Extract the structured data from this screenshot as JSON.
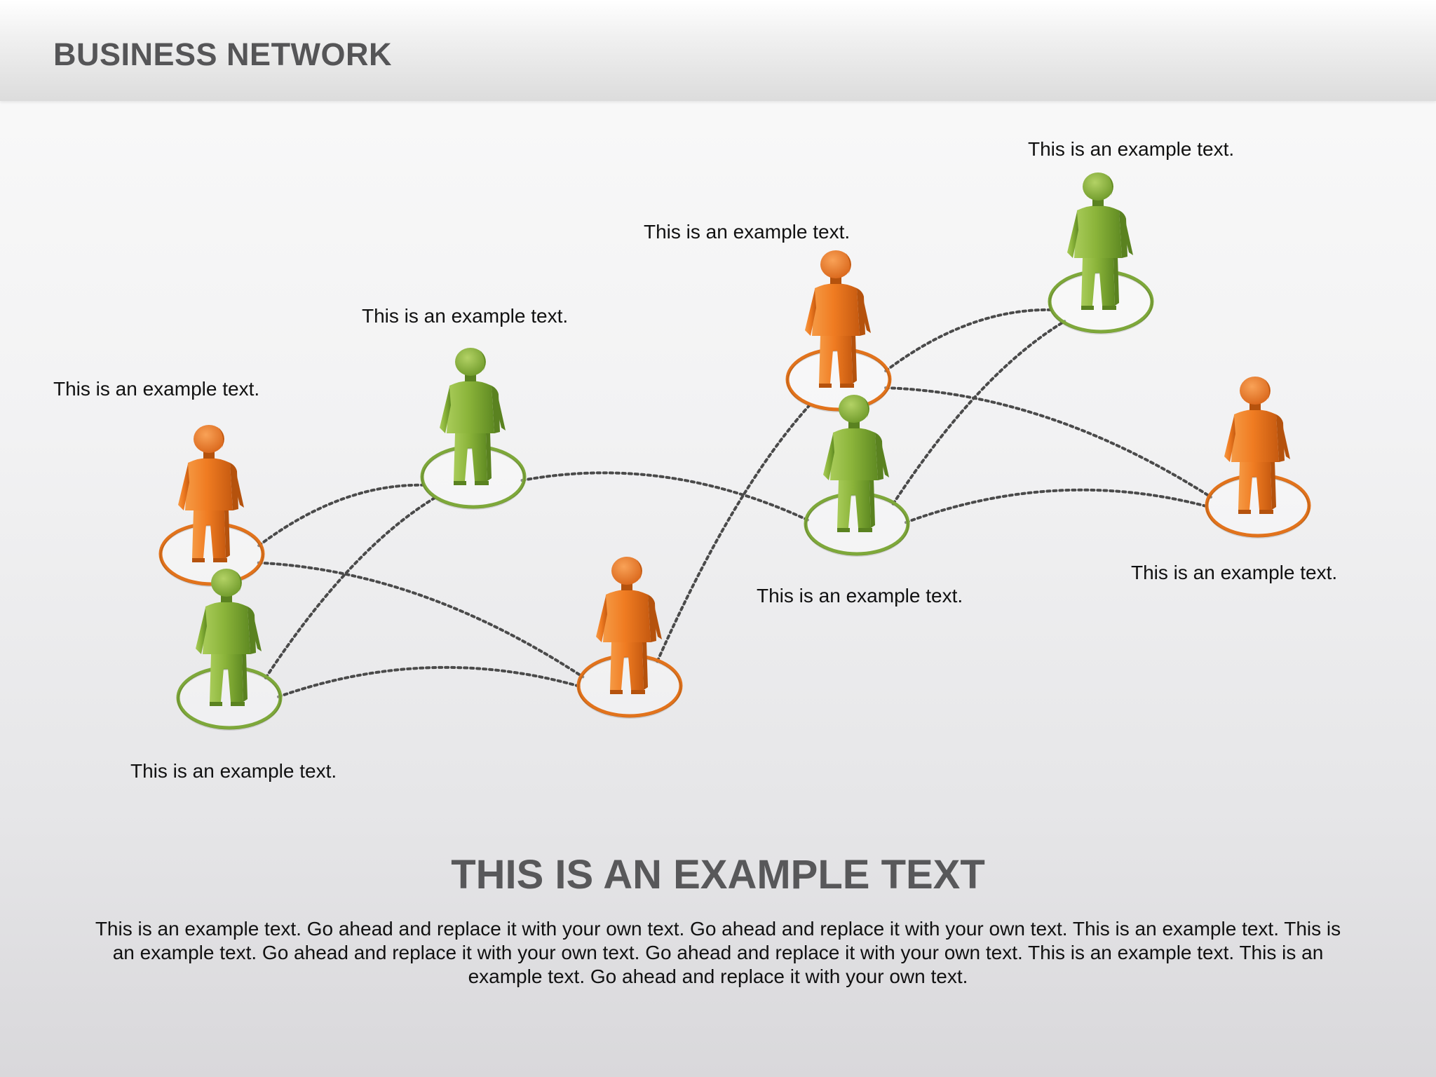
{
  "header": {
    "title": "BUSINESS NETWORK"
  },
  "colors": {
    "orange": "#f07c22",
    "green": "#8bb43a",
    "link": "#4a4a4a",
    "title": "#58585a"
  },
  "nodes": [
    {
      "id": "p1",
      "color": "orange",
      "caption": "This is an example text."
    },
    {
      "id": "p2",
      "color": "green",
      "caption": "This is an example text."
    },
    {
      "id": "p3",
      "color": "green",
      "caption": "This is an example text."
    },
    {
      "id": "p4",
      "color": "orange",
      "caption": ""
    },
    {
      "id": "p5",
      "color": "orange",
      "caption": "This is an example text."
    },
    {
      "id": "p6",
      "color": "green",
      "caption": "This is an example text."
    },
    {
      "id": "p7",
      "color": "green",
      "caption": "This is an example text."
    },
    {
      "id": "p8",
      "color": "orange",
      "caption": "This is an example text."
    }
  ],
  "links": [
    [
      "p1",
      "p3"
    ],
    [
      "p1",
      "p4"
    ],
    [
      "p2",
      "p3"
    ],
    [
      "p2",
      "p4"
    ],
    [
      "p3",
      "p6"
    ],
    [
      "p4",
      "p5"
    ],
    [
      "p5",
      "p7"
    ],
    [
      "p5",
      "p8"
    ],
    [
      "p6",
      "p7"
    ],
    [
      "p6",
      "p8"
    ]
  ],
  "main": {
    "title": "THIS IS AN EXAMPLE TEXT",
    "body": "This is an example text. Go ahead and replace it with your own text. Go ahead and replace it with your own text. This is an example text. This is an example text. Go ahead and replace it with your own text. Go ahead and replace it with your own text. This is an example text. This is an example text. Go ahead and replace it with your own text."
  }
}
